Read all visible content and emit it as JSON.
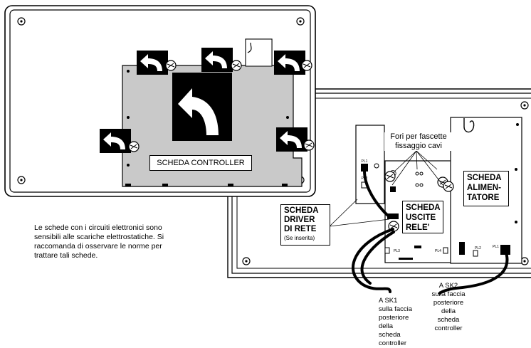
{
  "labels": {
    "scheda_controller": "SCHEDA CONTROLLER",
    "fori_line1": "Fori per fascette",
    "fori_line2": "fissaggio cavi",
    "alimentatore_l1": "SCHEDA",
    "alimentatore_l2": "ALIMEN-",
    "alimentatore_l3": "TATORE",
    "uscite_l1": "SCHEDA",
    "uscite_l2": "USCITE",
    "uscite_l3": "RELE'",
    "driver_l1": "SCHEDA",
    "driver_l2": "DRIVER",
    "driver_l3": "DI RETE",
    "driver_note": "(Se inserita)",
    "sk2_lines": [
      "A SK2",
      "sulla faccia",
      "posteriore",
      "della",
      "scheda",
      "controller"
    ],
    "sk1_lines": [
      "A SK1",
      "sulla faccia",
      "posteriore",
      "della",
      "scheda",
      "controller"
    ]
  },
  "connectors": {
    "pl1": "PL1",
    "pl2": "PL2",
    "pl3": "PL3",
    "pl4": "PL4"
  },
  "note": {
    "lines": [
      "Le schede con i circuiti elettronici sono",
      "sensibili alle scariche elettrostatiche. Si",
      "raccomanda di osservare le norme per",
      "trattare tali schede."
    ]
  },
  "icons": {
    "screw": "screw-icon",
    "rotate_arrow": "rotate-arrow-icon",
    "mounting_hole": "mounting-hole-icon"
  }
}
